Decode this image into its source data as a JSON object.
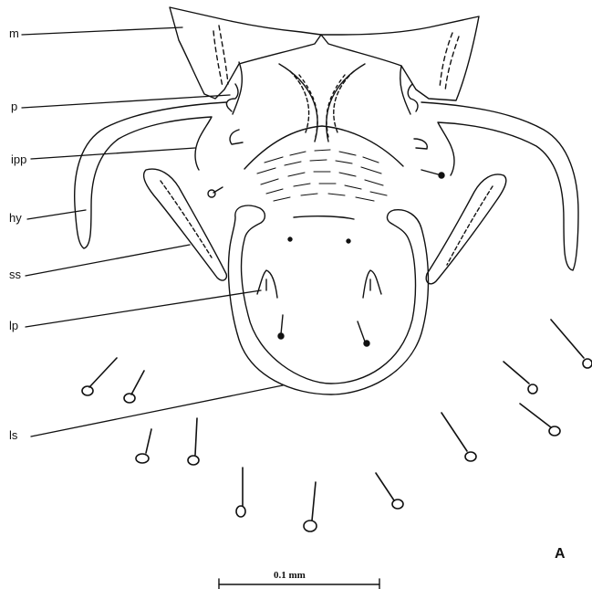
{
  "labels": {
    "m": "m",
    "p": "p",
    "ipp": "ipp",
    "hy": "hy",
    "ss": "ss",
    "lp": "lp",
    "ls": "ls"
  },
  "panel_letter": "A",
  "scale_bar": {
    "text": "0.1 mm"
  },
  "colors": {
    "ink": "#111111",
    "background": "#ffffff"
  }
}
